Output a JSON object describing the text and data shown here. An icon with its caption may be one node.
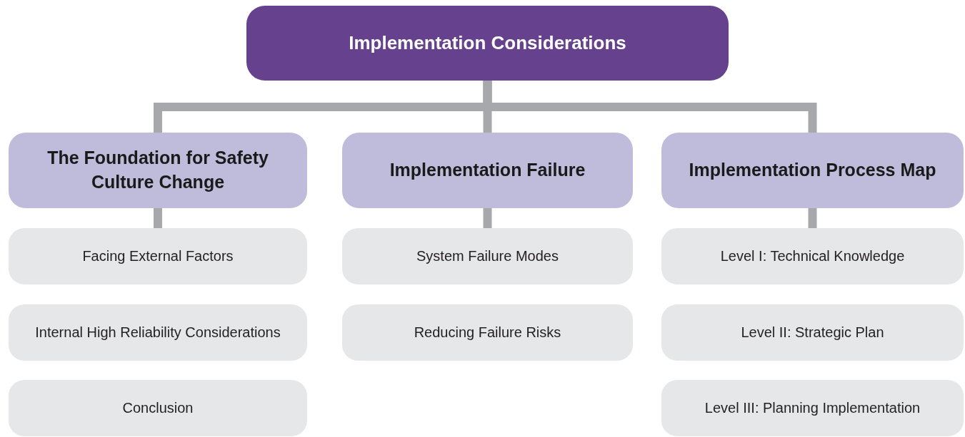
{
  "diagram": {
    "nodes": [
      {
        "text": [
          "Implementation Considerations"
        ]
      },
      {
        "text": [
          "The Foundation for Safety Culture Change"
        ]
      },
      {
        "text": [
          "Implementation Failure"
        ]
      },
      {
        "text": [
          "Implementation Process Map"
        ]
      },
      {
        "text": [
          "Facing External Factors"
        ]
      },
      {
        "text": [
          "Internal High Reliability Considerations"
        ]
      },
      {
        "text": [
          "Conclusion"
        ]
      },
      {
        "text": [
          "System Failure Modes"
        ]
      },
      {
        "text": [
          "Reducing Failure Risks"
        ]
      },
      {
        "text": [
          "Level I: Technical Knowledge"
        ]
      },
      {
        "text": [
          "Level II: Strategic Plan"
        ]
      },
      {
        "text": [
          "Level III: Planning Implementation"
        ]
      }
    ],
    "edges": [
      {
        "from": 0,
        "to": 1,
        "arrow": "none"
      },
      {
        "from": 0,
        "to": 2,
        "arrow": "none"
      },
      {
        "from": 0,
        "to": 3,
        "arrow": "none"
      },
      {
        "from": 1,
        "to": 4,
        "arrow": "none"
      },
      {
        "from": 2,
        "to": 7,
        "arrow": "none"
      },
      {
        "from": 3,
        "to": 9,
        "arrow": "none"
      }
    ]
  }
}
